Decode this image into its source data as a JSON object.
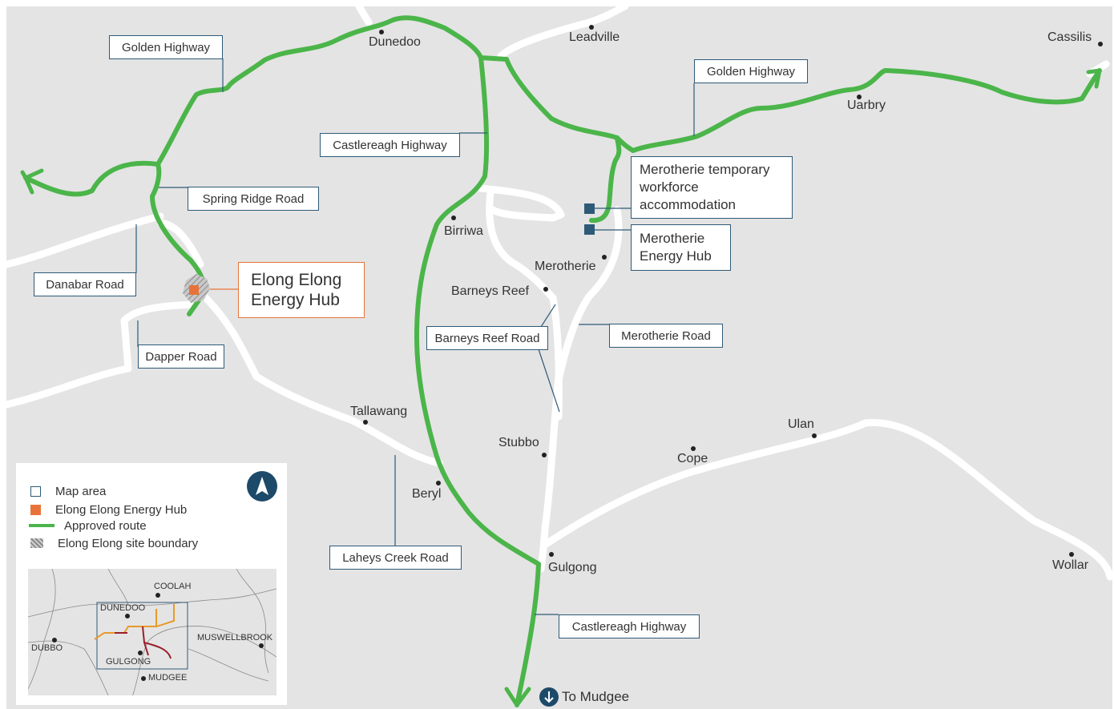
{
  "towns": {
    "dunedoo": "Dunedoo",
    "leadville": "Leadville",
    "cassilis": "Cassilis",
    "uarbry": "Uarbry",
    "birriwa": "Birriwa",
    "merotherie": "Merotherie",
    "barneys_reef": "Barneys Reef",
    "tallawang": "Tallawang",
    "stubbo": "Stubbo",
    "ulan": "Ulan",
    "cope": "Cope",
    "beryl": "Beryl",
    "gulgong": "Gulgong",
    "wollar": "Wollar"
  },
  "road_labels": {
    "golden_hwy_west": "Golden Highway",
    "golden_hwy_east": "Golden Highway",
    "castlereagh_north": "Castlereagh Highway",
    "spring_ridge": "Spring Ridge Road",
    "danabar": "Danabar Road",
    "dapper": "Dapper Road",
    "barneys_reef_road": "Barneys Reef Road",
    "merotherie_road": "Merotherie Road",
    "laheys_creek": "Laheys Creek Road",
    "castlereagh_south": "Castlereagh Highway"
  },
  "features": {
    "workforce_accommodation": "Merotherie temporary workforce accommodation",
    "merotherie_hub": "Merotherie Energy Hub",
    "elong_hub": "Elong Elong Energy Hub"
  },
  "to_mudgee": "To Mudgee",
  "legend": {
    "items": [
      {
        "label": "Map area",
        "symbol": "outline-square",
        "color": "#2e5a78"
      },
      {
        "label": "Elong Elong Energy Hub",
        "symbol": "filled-square",
        "color": "#e8733a"
      },
      {
        "label": "Approved route",
        "symbol": "line",
        "color": "#4bb54a"
      },
      {
        "label": "Elong Elong site boundary",
        "symbol": "hatched",
        "color": "#888888"
      }
    ],
    "north_icon": "north-arrow-icon"
  },
  "inset": {
    "coolah": "COOLAH",
    "dunedoo": "DUNEDOO",
    "dubbo": "DUBBO",
    "muswellbrook": "MUSWELLBROOK",
    "gulgong": "GULGONG",
    "mudgee": "MUDGEE"
  },
  "colors": {
    "land": "#e4e4e4",
    "road": "#ffffff",
    "route": "#4bb54a",
    "accent_blue": "#2e5a78",
    "hub_orange": "#e8733a"
  }
}
